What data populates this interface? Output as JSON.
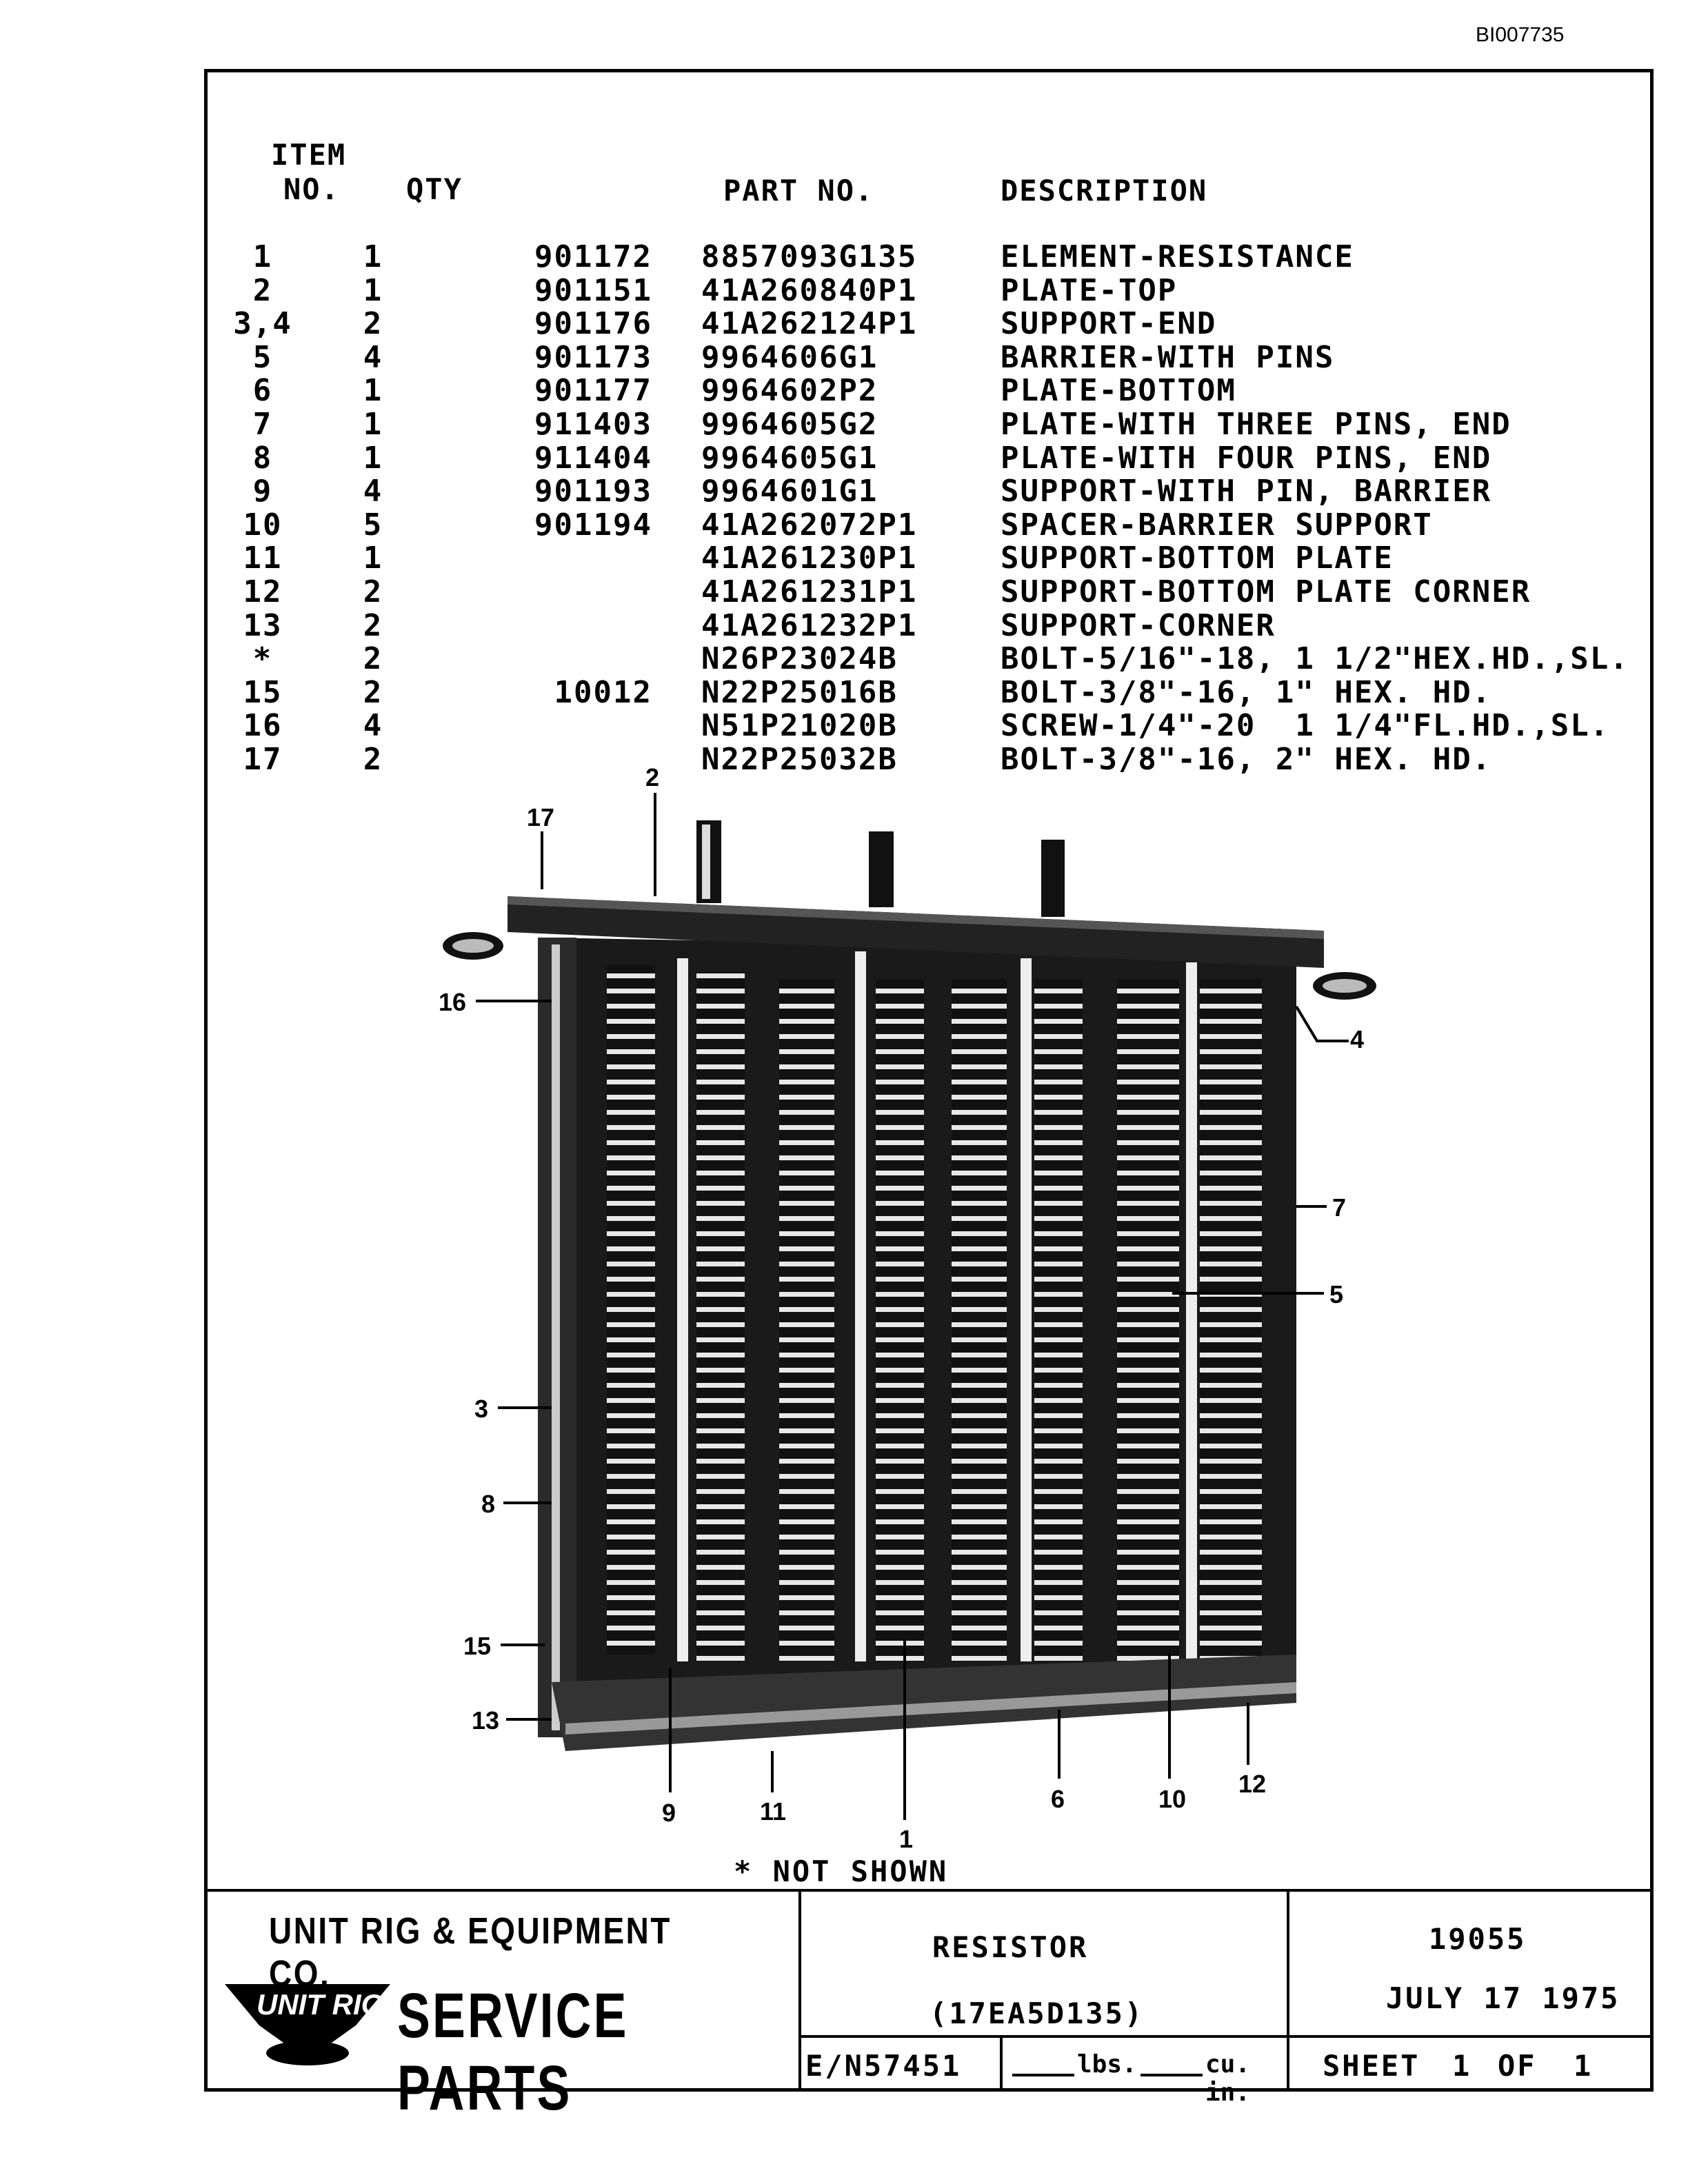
{
  "doc_id": "BI007735",
  "headers": {
    "item": "ITEM",
    "no": "NO.",
    "qty": "QTY",
    "part_no": "PART NO.",
    "description": "DESCRIPTION"
  },
  "parts": [
    {
      "item": "1",
      "qty": "1",
      "gen": "901172",
      "part": "8857093G135",
      "desc": "ELEMENT-RESISTANCE"
    },
    {
      "item": "2",
      "qty": "1",
      "gen": "901151",
      "part": "41A260840P1",
      "desc": "PLATE-TOP"
    },
    {
      "item": "3,4",
      "qty": "2",
      "gen": "901176",
      "part": "41A262124P1",
      "desc": "SUPPORT-END"
    },
    {
      "item": "5",
      "qty": "4",
      "gen": "901173",
      "part": "9964606G1",
      "desc": "BARRIER-WITH PINS"
    },
    {
      "item": "6",
      "qty": "1",
      "gen": "901177",
      "part": "9964602P2",
      "desc": "PLATE-BOTTOM"
    },
    {
      "item": "7",
      "qty": "1",
      "gen": "911403",
      "part": "9964605G2",
      "desc": "PLATE-WITH THREE PINS, END"
    },
    {
      "item": "8",
      "qty": "1",
      "gen": "911404",
      "part": "9964605G1",
      "desc": "PLATE-WITH FOUR PINS, END"
    },
    {
      "item": "9",
      "qty": "4",
      "gen": "901193",
      "part": "9964601G1",
      "desc": "SUPPORT-WITH PIN, BARRIER"
    },
    {
      "item": "10",
      "qty": "5",
      "gen": "901194",
      "part": "41A262072P1",
      "desc": "SPACER-BARRIER SUPPORT"
    },
    {
      "item": "11",
      "qty": "1",
      "gen": "",
      "part": "41A261230P1",
      "desc": "SUPPORT-BOTTOM PLATE"
    },
    {
      "item": "12",
      "qty": "2",
      "gen": "",
      "part": "41A261231P1",
      "desc": "SUPPORT-BOTTOM PLATE CORNER"
    },
    {
      "item": "13",
      "qty": "2",
      "gen": "",
      "part": "41A261232P1",
      "desc": "SUPPORT-CORNER"
    },
    {
      "item": "*",
      "qty": "2",
      "gen": "",
      "part": "N26P23024B",
      "desc": "BOLT-5/16\"-18, 1 1/2\"HEX.HD.,SL."
    },
    {
      "item": "15",
      "qty": "2",
      "gen": "10012",
      "part": "N22P25016B",
      "desc": "BOLT-3/8\"-16, 1\" HEX. HD."
    },
    {
      "item": "16",
      "qty": "4",
      "gen": "",
      "part": "N51P21020B",
      "desc": "SCREW-1/4\"-20  1 1/4\"FL.HD.,SL."
    },
    {
      "item": "17",
      "qty": "2",
      "gen": "",
      "part": "N22P25032B",
      "desc": "BOLT-3/8\"-16, 2\" HEX. HD."
    }
  ],
  "callouts": [
    "2",
    "17",
    "16",
    "4",
    "7",
    "5",
    "3",
    "8",
    "15",
    "13",
    "9",
    "11",
    "1",
    "6",
    "10",
    "12"
  ],
  "note": "* NOT SHOWN",
  "title_block": {
    "company": "UNIT RIG & EQUIPMENT CO.",
    "logo_text": "UNIT RIG",
    "service_parts": "SERVICE PARTS",
    "title": "RESISTOR",
    "model": "(17EA5D135)",
    "number": "19055",
    "date": "JULY 17 1975",
    "en": "E/N57451",
    "lbs": "lbs.",
    "cuin": "cu. in.",
    "sheet": "SHEET",
    "sheet_no": "1",
    "of": "OF",
    "sheet_total": "1"
  }
}
